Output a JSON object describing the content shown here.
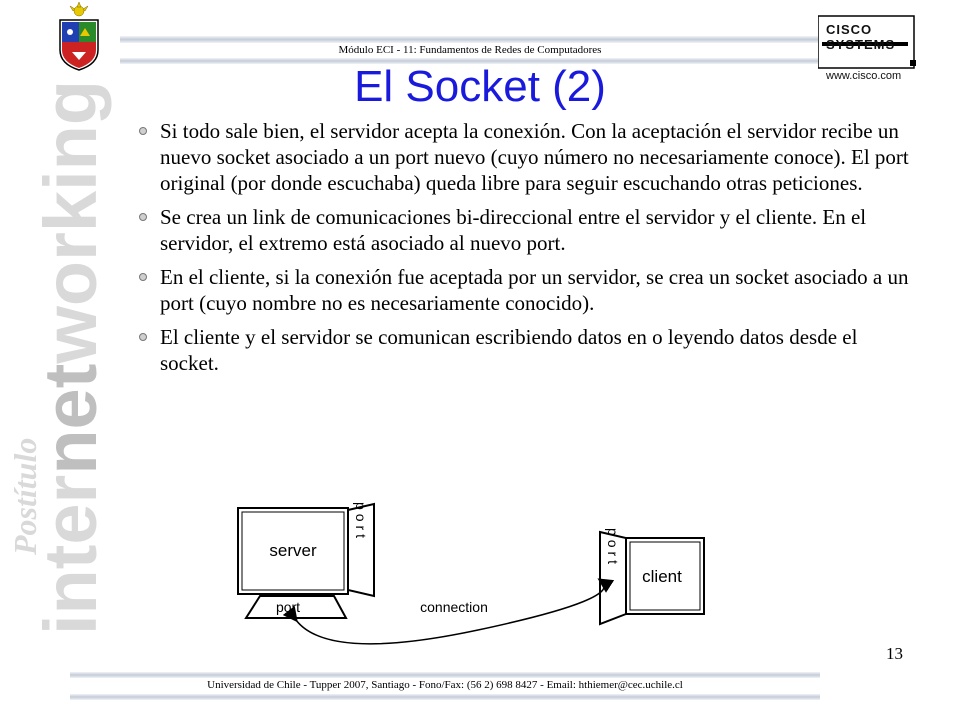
{
  "header": {
    "course": "Módulo ECI - 11: Fundamentos de Redes de Computadores"
  },
  "branding": {
    "cisco_name": "CISCO SYSTEMS",
    "cisco_url": "www.cisco.com",
    "side_script": "Postítulo",
    "side_word_part1": "inter",
    "side_word_part2": "net",
    "side_word_part3": "working"
  },
  "slide": {
    "title": "El Socket (2)",
    "bullets": [
      "Si todo sale bien, el servidor acepta la conexión. Con la aceptación el servidor recibe un nuevo socket asociado a un port nuevo (cuyo número no necesariamente conoce). El port original (por donde escuchaba) queda libre para seguir escuchando otras peticiones.",
      "Se crea un link de comunicaciones bi-direccional entre el servidor y el cliente. En el servidor, el extremo está asociado al nuevo port.",
      "En el cliente, si la conexión fue aceptada por un servidor, se crea un socket asociado a un port (cuyo nombre no es necesariamente conocido).",
      "El cliente y el servidor se comunican escribiendo datos en o leyendo datos desde el socket."
    ],
    "page_number": "13"
  },
  "diagram": {
    "server_label": "server",
    "server_port_side": "port",
    "server_port_bottom": "port",
    "connection_label": "connection",
    "client_label": "client",
    "client_port_side": "port"
  },
  "footer": {
    "text": "Universidad de Chile - Tupper 2007, Santiago - Fono/Fax: (56 2) 698 8427 - Email: hthiemer@cec.uchile.cl"
  },
  "colors": {
    "title": "#1a1adc",
    "watermark": "#d9d9d9",
    "header_bar": "#c4ccd8"
  }
}
